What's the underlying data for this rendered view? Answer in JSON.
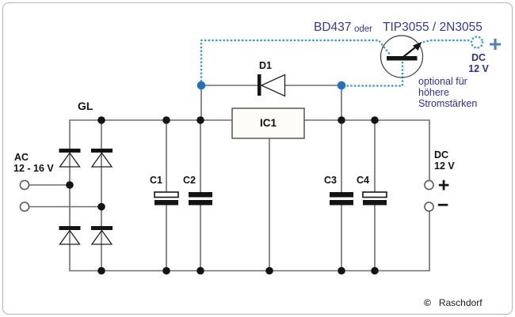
{
  "labels": {
    "transistor_option": {
      "primary": "BD437",
      "conjunction": "oder",
      "alternatives": "TIP3055 / 2N3055"
    },
    "optional_note": {
      "line1": "optional für",
      "line2": "höhere",
      "line3": "Stromstärken"
    },
    "dc_optional": {
      "label": "DC",
      "voltage": "12 V",
      "plus": "+"
    },
    "rectifier": "GL",
    "ac_input": {
      "label": "AC",
      "range": "12 - 16 V"
    },
    "diode": "D1",
    "regulator": "IC1",
    "capacitors": {
      "c1": "C1",
      "c2": "C2",
      "c3": "C3",
      "c4": "C4"
    },
    "dc_output": {
      "label": "DC",
      "voltage": "12 V",
      "plus": "+",
      "minus": "−"
    },
    "copyright": {
      "symbol": "©",
      "name": "Raschdorf"
    }
  },
  "colors": {
    "wire_gray": "#6e6e6e",
    "symbol_black": "#141414",
    "dotted_blue": "#2f9de0",
    "node_blue": "#1f72c0",
    "plus_blue": "#4a80c6",
    "navy_text": "#2e3192",
    "component_label_blue": "#3439a4",
    "frame_gray": "#b3b3b3"
  }
}
